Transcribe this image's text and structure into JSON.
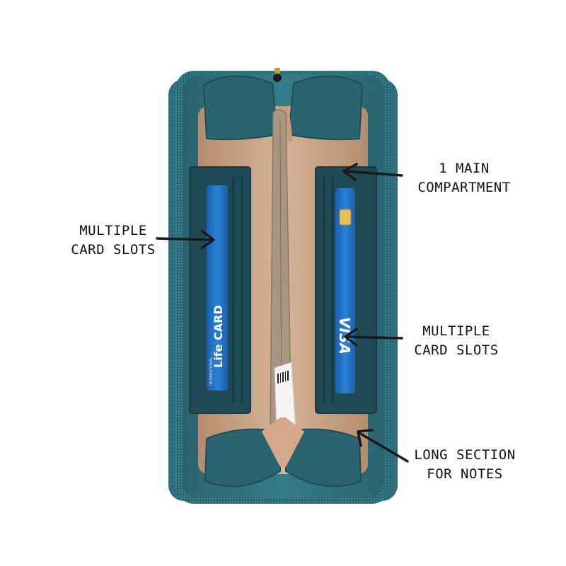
{
  "callouts": {
    "main_compartment": {
      "line1": "1 MAIN",
      "line2": "COMPARTMENT"
    },
    "card_slots_left": {
      "line1": "MULTIPLE",
      "line2": "CARD SLOTS"
    },
    "card_slots_right": {
      "line1": "MULTIPLE",
      "line2": "CARD SLOTS"
    },
    "notes_section": {
      "line1": "LONG SECTION",
      "line2": "FOR NOTES"
    }
  },
  "cards": {
    "left": {
      "brand": "Life CARD",
      "small_text": "INTERNATIONAL"
    },
    "right": {
      "brand": "VISA"
    }
  },
  "colors": {
    "wallet_teal": "#2e6e78",
    "wallet_dark": "#1d3f48",
    "lining_tan": "#c8a487",
    "card_blue": "#1f6fc2",
    "background": "#ffffff"
  }
}
